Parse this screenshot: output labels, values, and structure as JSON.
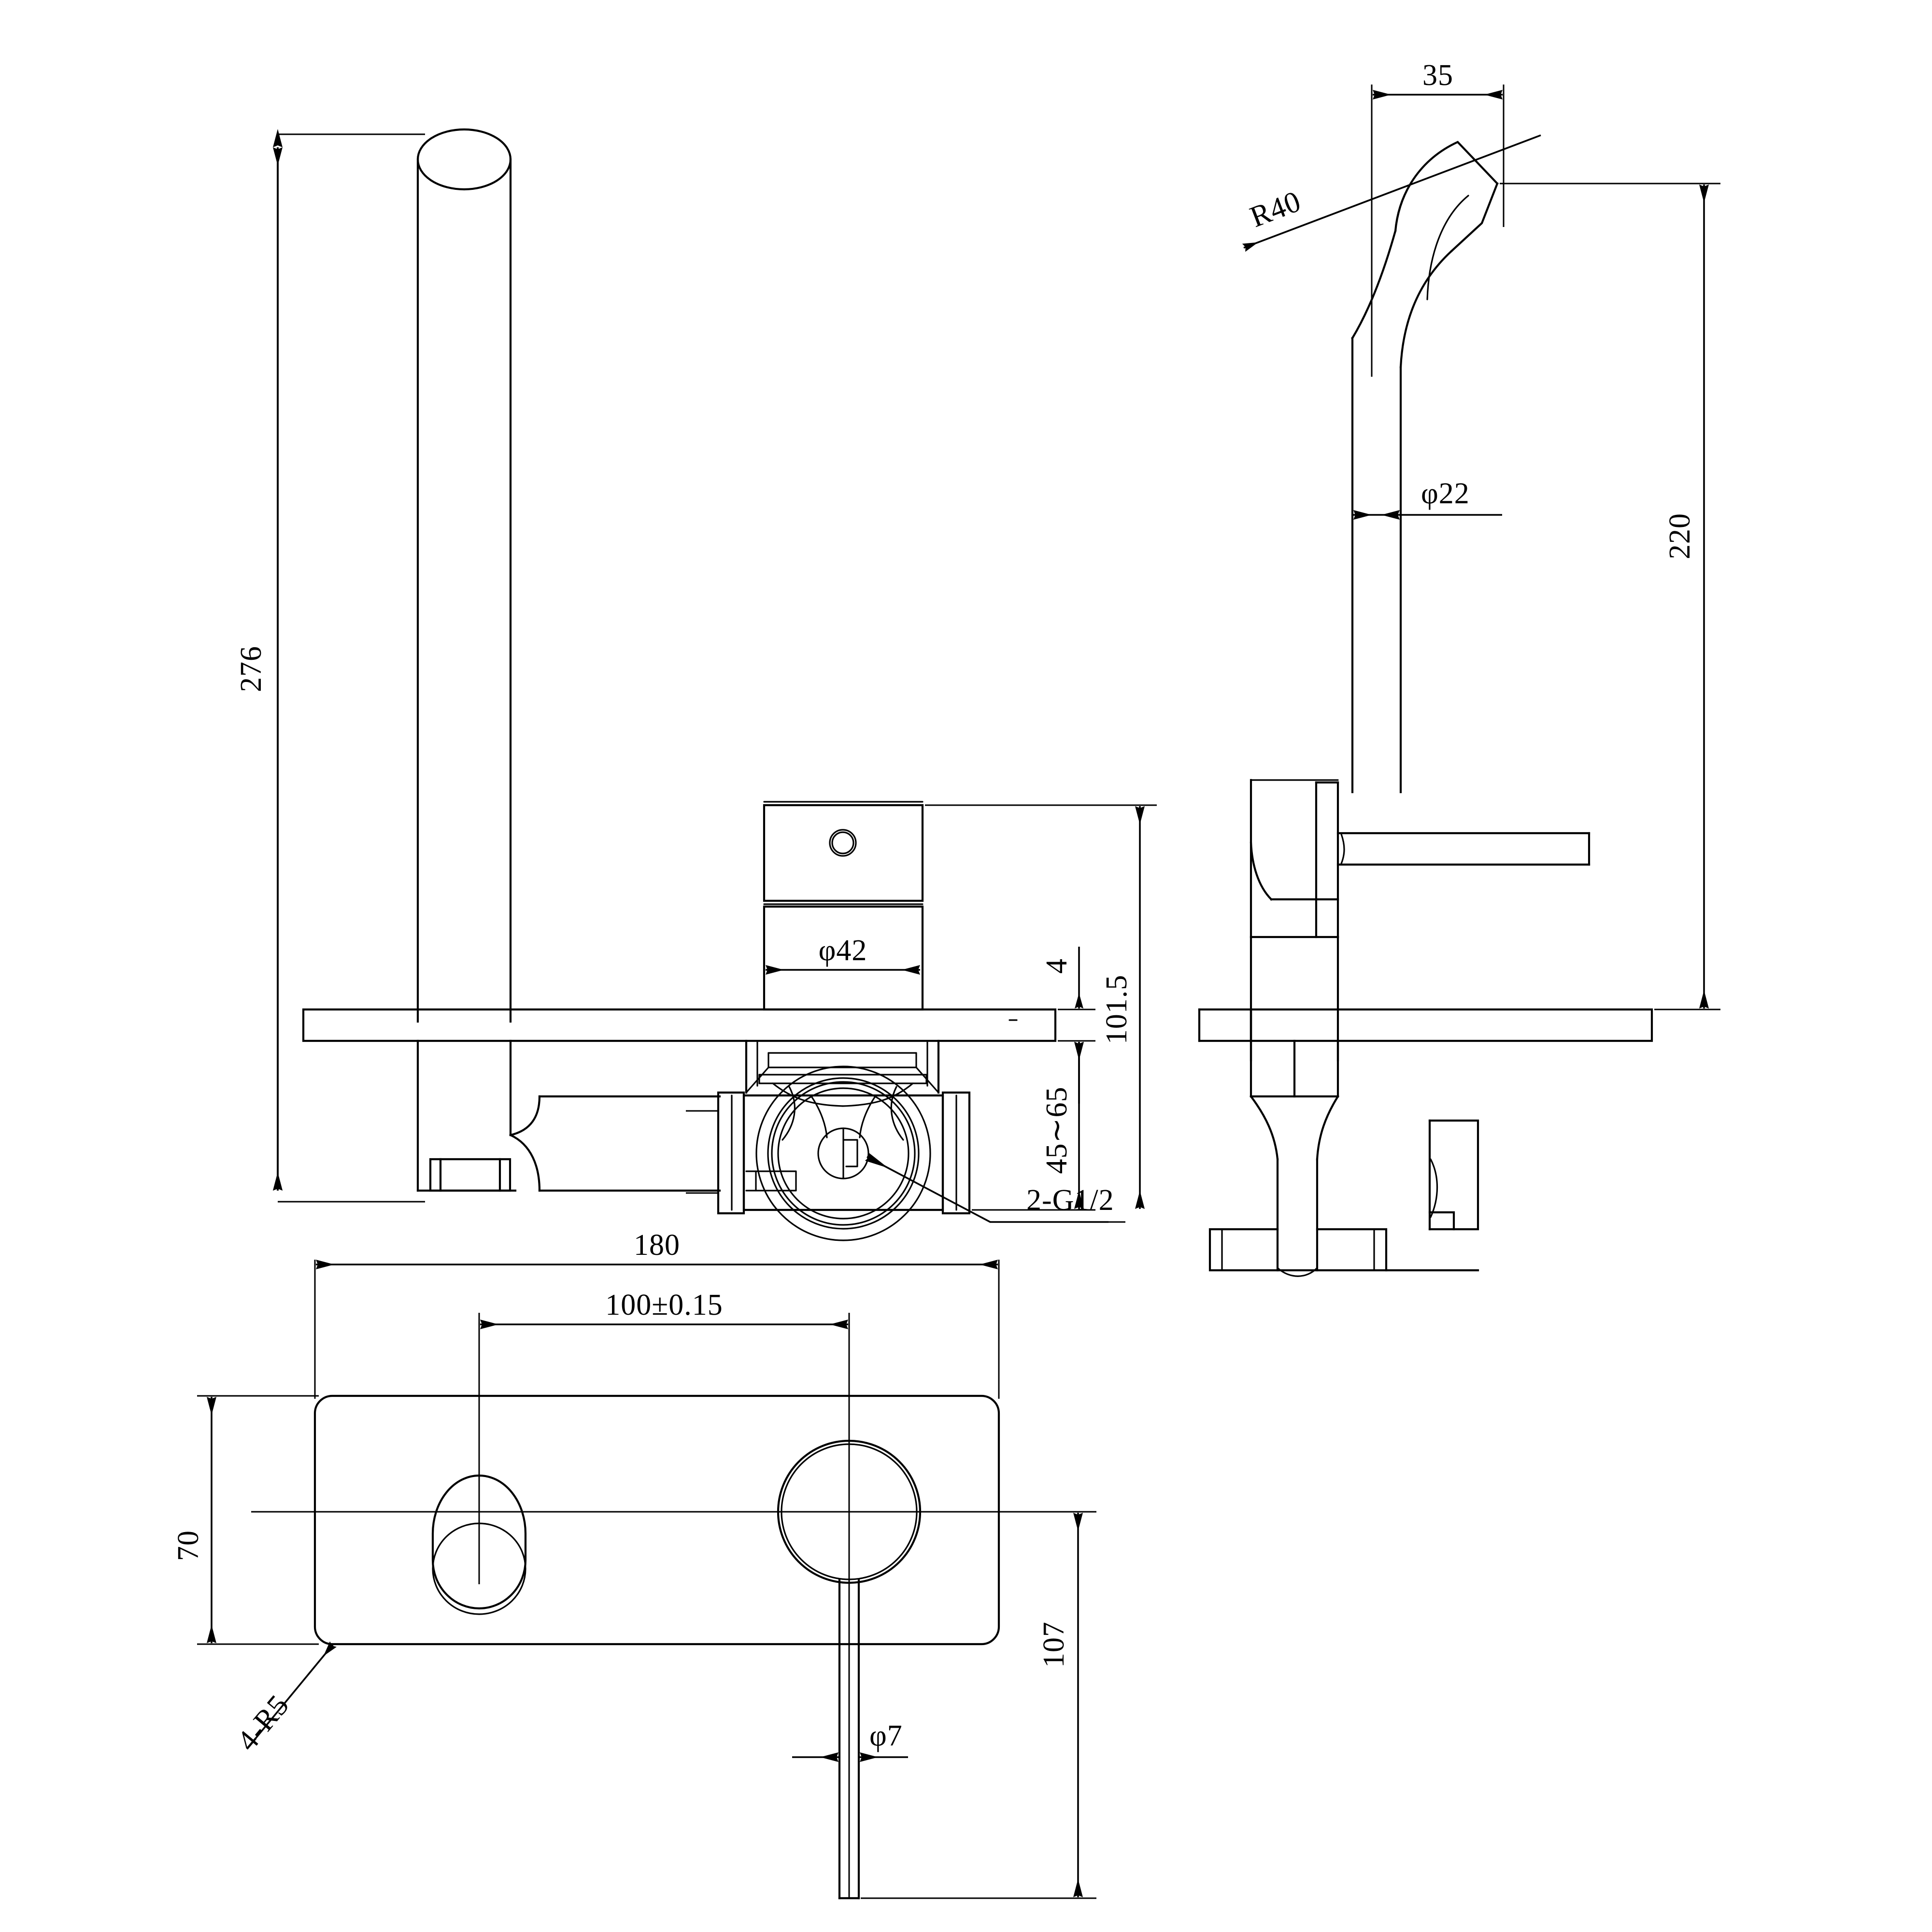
{
  "document": {
    "type": "engineering-drawing",
    "subject": "Wall-mounted single-lever basin mixer",
    "units": "mm",
    "line_color": "#000000",
    "background_color": "#ffffff"
  },
  "views": [
    {
      "id": "front-view",
      "name": "Front elevation (section)"
    },
    {
      "id": "side-view",
      "name": "Side elevation"
    },
    {
      "id": "plan-view",
      "name": "Face plate plan view"
    }
  ],
  "dimensions": {
    "front_view": {
      "overall_height": "276",
      "handle_body_diameter": "φ42",
      "plate_thickness": "4",
      "install_depth_range": "45∼65",
      "total_depth": "101.5",
      "inlet_thread_note": "2-G1/2"
    },
    "side_view": {
      "spout_offset": "35",
      "bend_radius": "R40",
      "spout_tube_diameter": "φ22",
      "spout_height": "220"
    },
    "plan_view": {
      "plate_width": "180",
      "centre_distance": "100±0.15",
      "spout_offset_vertical": "70",
      "plate_height_ref": "107",
      "corner_radius_note": "4-R5",
      "pin_hole_diameter": "φ7"
    }
  },
  "labels": [
    {
      "id": "lbl-276",
      "text": "276",
      "view": "front-view",
      "orientation": "vertical"
    },
    {
      "id": "lbl-d42",
      "text": "φ42",
      "view": "front-view",
      "orientation": "horizontal"
    },
    {
      "id": "lbl-4",
      "text": "4",
      "view": "front-view",
      "orientation": "vertical"
    },
    {
      "id": "lbl-4565",
      "text": "45∼65",
      "view": "front-view",
      "orientation": "vertical"
    },
    {
      "id": "lbl-1015",
      "text": "101.5",
      "view": "front-view",
      "orientation": "vertical"
    },
    {
      "id": "lbl-2g12",
      "text": "2-G1/2",
      "view": "front-view",
      "orientation": "horizontal"
    },
    {
      "id": "lbl-35",
      "text": "35",
      "view": "side-view",
      "orientation": "horizontal"
    },
    {
      "id": "lbl-r40",
      "text": "R40",
      "view": "side-view",
      "orientation": "rotated"
    },
    {
      "id": "lbl-d22",
      "text": "φ22",
      "view": "side-view",
      "orientation": "horizontal"
    },
    {
      "id": "lbl-220",
      "text": "220",
      "view": "side-view",
      "orientation": "vertical"
    },
    {
      "id": "lbl-180",
      "text": "180",
      "view": "plan-view",
      "orientation": "horizontal"
    },
    {
      "id": "lbl-100tol",
      "text": "100±0. 15",
      "view": "plan-view",
      "orientation": "horizontal"
    },
    {
      "id": "lbl-70",
      "text": "70",
      "view": "plan-view",
      "orientation": "vertical"
    },
    {
      "id": "lbl-107",
      "text": "107",
      "view": "plan-view",
      "orientation": "vertical"
    },
    {
      "id": "lbl-4r5",
      "text": "4-R5",
      "view": "plan-view",
      "orientation": "rotated"
    },
    {
      "id": "lbl-d7",
      "text": "φ7",
      "view": "plan-view",
      "orientation": "horizontal"
    }
  ]
}
